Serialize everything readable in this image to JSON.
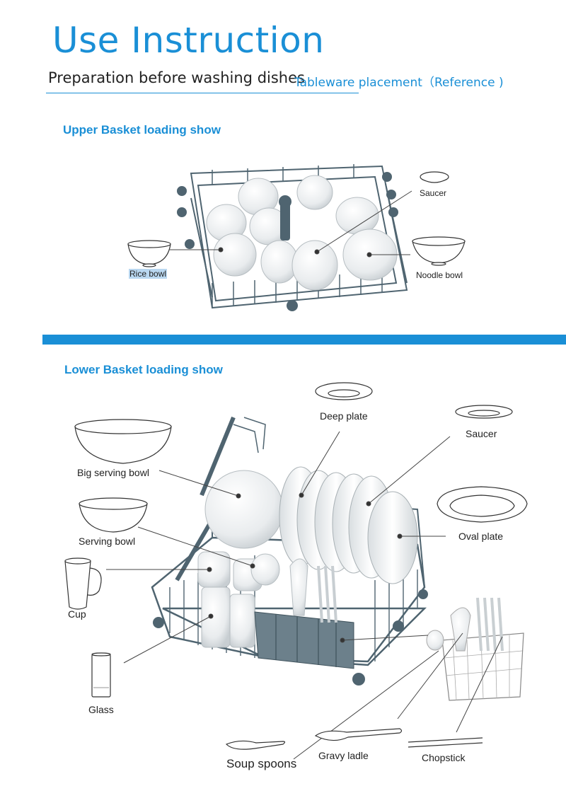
{
  "header": {
    "title": "Use Instruction",
    "subtitle": "Preparation before washing dishes",
    "tab": "Tableware placement（Reference )"
  },
  "upper": {
    "heading": "Upper Basket loading show",
    "labels": {
      "saucer": "Saucer",
      "rice_bowl": "Rice bowl",
      "noodle_bowl": "Noodle bowl"
    }
  },
  "lower": {
    "heading": "Lower Basket loading show",
    "labels": {
      "deep_plate": "Deep plate",
      "saucer": "Saucer",
      "big_serving_bowl": "Big serving bowl",
      "oval_plate": "Oval plate",
      "serving_bowl": "Serving bowl",
      "cup": "Cup",
      "glass": "Glass",
      "gravy_ladle": "Gravy ladle",
      "soup_spoons": "Soup spoons",
      "chopstick": "Chopstick"
    }
  },
  "colors": {
    "accent": "#1a8fd6",
    "rack": "#4f6470",
    "text": "#222222",
    "highlight": "#b9d7f0"
  }
}
